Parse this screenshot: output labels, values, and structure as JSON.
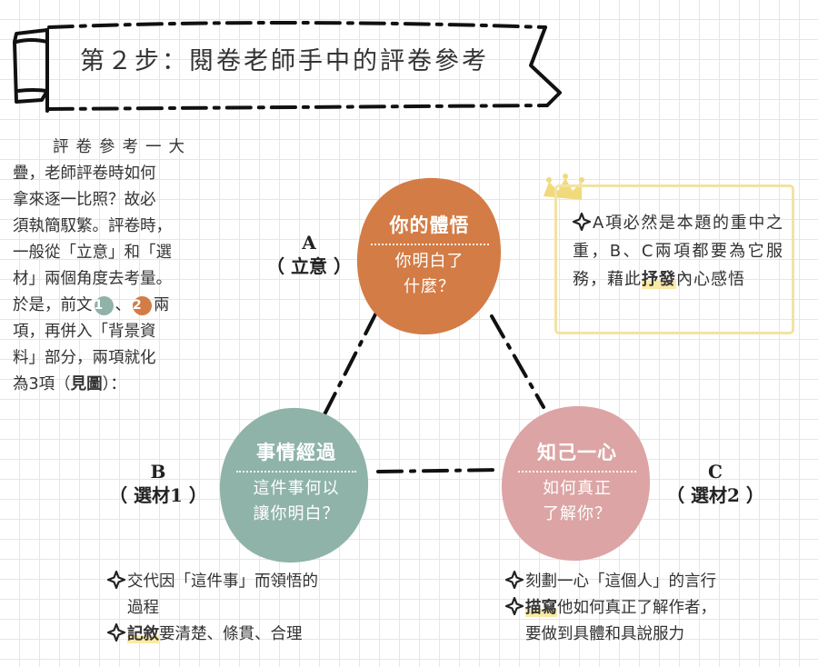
{
  "title": "第２步：閱卷老師手中的評卷參考",
  "intro": {
    "lines": [
      "評卷參考一大",
      "疊，老師評卷時如何",
      "拿來逐一比照？故必",
      "須執簡馭繁。評卷時，",
      "一般從「立意」和「選",
      "材」兩個角度去考量。"
    ],
    "line7_pre": "於是，前文",
    "badge1": "1",
    "line7_mid": "、",
    "badge2": "2",
    "line7_post": "兩",
    "line8": "項，再併入「背景資",
    "line9": "料」部分，兩項就化",
    "line10_pre": "為3項（",
    "line10_bold": "見圖",
    "line10_post": "）："
  },
  "nodes": {
    "a": {
      "letter": "A",
      "label": "（ 立意 ）",
      "title": "你的體悟",
      "sub1": "你明白了",
      "sub2": "什麼？",
      "color": "#d37c46"
    },
    "b": {
      "letter": "B",
      "label": "（ 選材1 ）",
      "title": "事情經過",
      "sub1": "這件事何以",
      "sub2": "讓你明白？",
      "color": "#8fb3a9"
    },
    "c": {
      "letter": "C",
      "label": "（ 選材2 ）",
      "title": "知己一心",
      "sub1": "如何真正",
      "sub2": "了解你？",
      "color": "#dca4a4"
    }
  },
  "callout": {
    "pre": "A項必然是本題的重中之重，B、C兩項都要為它服務，藉此",
    "highlight": "抒發",
    "post": "內心感悟"
  },
  "notes_b": {
    "item1_a": "交代因「這件事」而領悟的",
    "item1_b": "過程",
    "item2_hl": "記敘",
    "item2_rest": "要清楚、條貫、合理"
  },
  "notes_c": {
    "item1": "刻劃一心「這個人」的言行",
    "item2_hl": "描寫",
    "item2_rest": "他如何真正了解作者，",
    "item2_b": "要做到具體和具說服力"
  }
}
